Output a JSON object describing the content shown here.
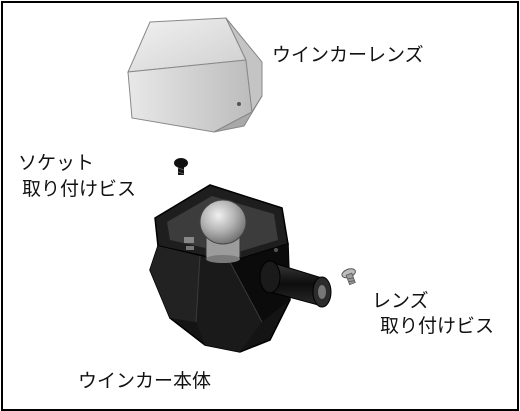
{
  "labels": {
    "lens": "ウインカーレンズ",
    "socket_line1": "ソケット",
    "socket_line2": "取り付けビス",
    "lens_screw_line1": "レンズ",
    "lens_screw_line2": "取り付けビス",
    "body": "ウインカー本体"
  },
  "colors": {
    "background": "#ffffff",
    "border": "#000000",
    "lens_fill": "#dcdcdc",
    "body_fill": "#161616",
    "bulb_fill": "#b0b0b0"
  },
  "icons": [
    "lens-part",
    "socket-screw",
    "housing-body",
    "bulb",
    "connector-tube",
    "lens-screw"
  ]
}
